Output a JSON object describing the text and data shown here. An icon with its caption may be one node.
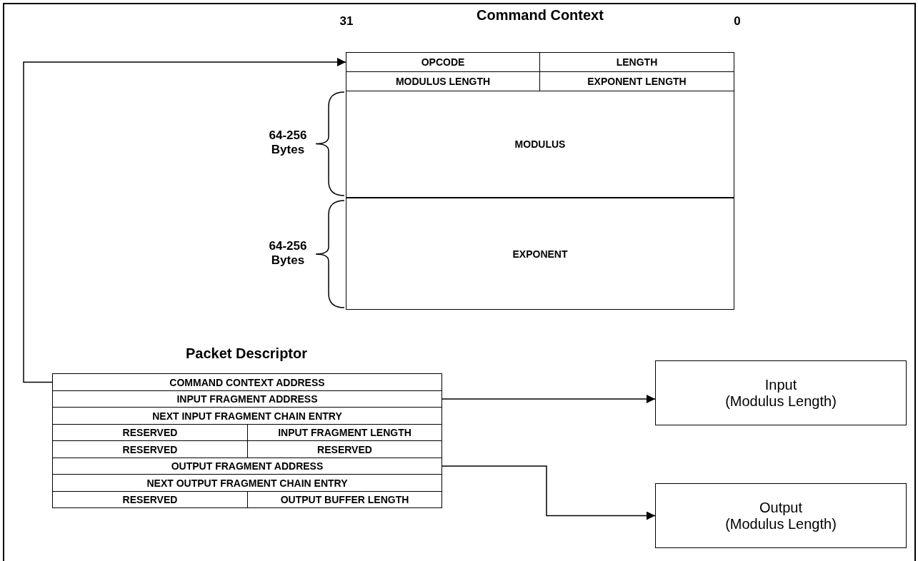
{
  "diagram": {
    "nodes": [
      {
        "text": [
          "Command Context"
        ]
      },
      {
        "text": [
          "OPCODE"
        ],
        "in": 0
      },
      {
        "text": [
          "LENGTH"
        ],
        "in": 0
      },
      {
        "text": [
          "MODULUS LENGTH"
        ],
        "in": 0
      },
      {
        "text": [
          "EXPONENT LENGTH"
        ],
        "in": 0
      },
      {
        "text": [
          "MODULUS"
        ],
        "in": 0
      },
      {
        "text": [
          "EXPONENT"
        ],
        "in": 0
      },
      {
        "text": [
          "Packet Descriptor"
        ]
      },
      {
        "text": [
          "COMMAND CONTEXT ADDRESS"
        ],
        "in": 7
      },
      {
        "text": [
          "INPUT FRAGMENT ADDRESS"
        ],
        "in": 7
      },
      {
        "text": [
          "NEXT INPUT FRAGMENT CHAIN ENTRY"
        ],
        "in": 7
      },
      {
        "text": [
          "RESERVED"
        ],
        "in": 7
      },
      {
        "text": [
          "INPUT FRAGMENT LENGTH"
        ],
        "in": 7
      },
      {
        "text": [
          "RESERVED"
        ],
        "in": 7
      },
      {
        "text": [
          "RESERVED"
        ],
        "in": 7
      },
      {
        "text": [
          "OUTPUT FRAGMENT ADDRESS"
        ],
        "in": 7
      },
      {
        "text": [
          "NEXT OUTPUT FRAGMENT CHAIN ENTRY"
        ],
        "in": 7
      },
      {
        "text": [
          "RESERVED"
        ],
        "in": 7
      },
      {
        "text": [
          "OUTPUT BUFFER LENGTH"
        ],
        "in": 7
      },
      {
        "text": [
          "Input",
          "(Modulus Length)"
        ]
      },
      {
        "text": [
          "Output",
          "(Modulus Length)"
        ]
      }
    ],
    "edges": [
      {
        "from": 8,
        "to": 1,
        "arrow": "to"
      },
      {
        "from": 9,
        "to": 19,
        "arrow": "to"
      },
      {
        "from": 15,
        "to": 20,
        "arrow": "to"
      }
    ],
    "labels": [
      "31",
      "0",
      "64-256 Bytes",
      "64-256 Bytes"
    ]
  }
}
